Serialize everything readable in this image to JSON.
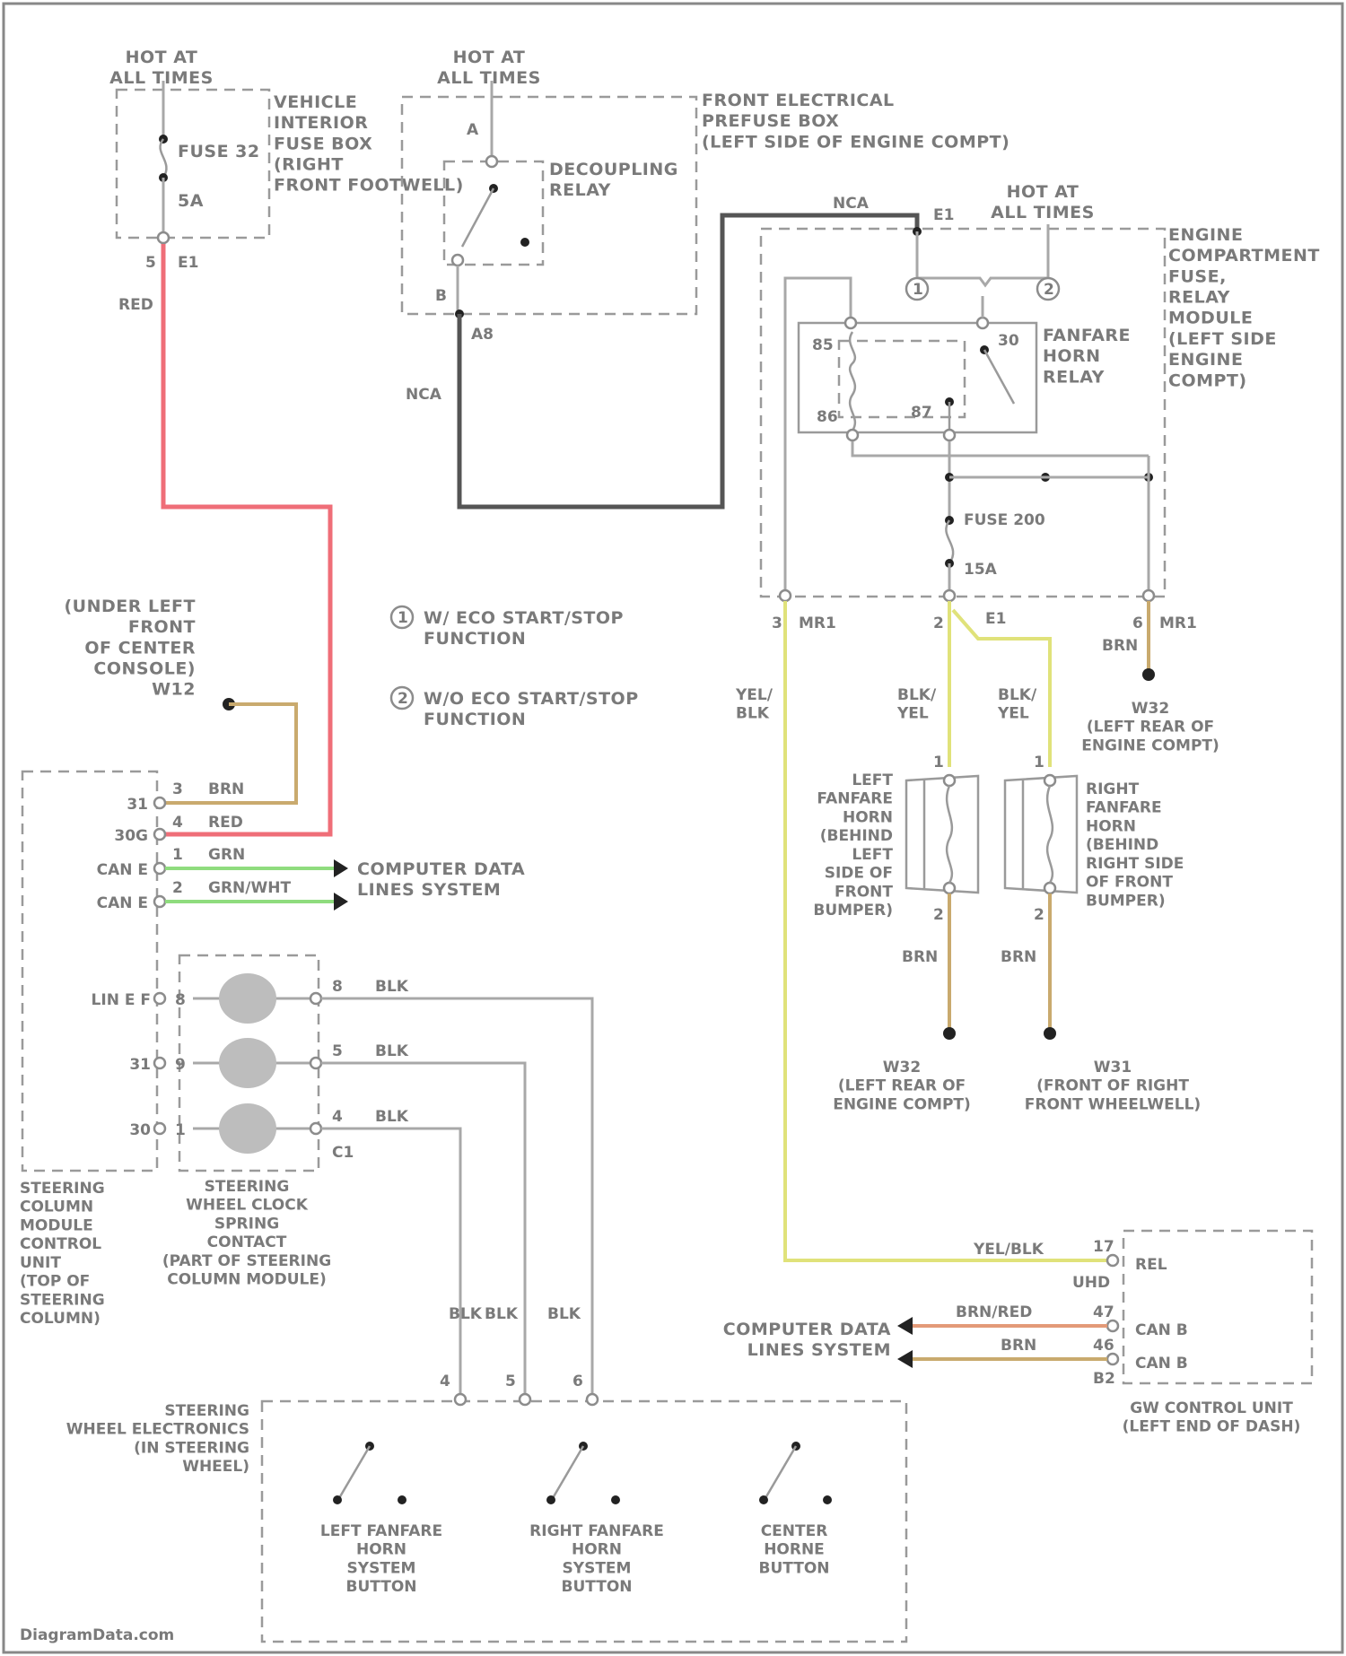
{
  "colors": {
    "red_wire": "#ef6e78",
    "nca_wire": "#555555",
    "yel_blk_wire": "#e0e27a",
    "brn_wire": "#c9aa6e",
    "grn_wire": "#8fdc7e",
    "brn_red_wire": "#e39a78",
    "grey_wire": "#a8a8a8",
    "gray_text": "#7a7a7a"
  },
  "fuse_box_interior": {
    "hot_label": "HOT AT\nALL TIMES",
    "name": "VEHICLE\nINTERIOR\nFUSE BOX\n(RIGHT\nFRONT FOOTWELL)",
    "fuse_label": "FUSE 32",
    "fuse_rating": "5A",
    "pin": "5",
    "connector": "E1",
    "wire_color": "RED"
  },
  "prefuse_box": {
    "hot_label": "HOT AT\nALL TIMES",
    "name": "FRONT ELECTRICAL\nPREFUSE BOX\n(LEFT SIDE OF ENGINE COMPT)",
    "relay_name": "DECOUPLING\nRELAY",
    "pin_a": "A",
    "pin_b": "B",
    "connector": "A8",
    "wire_color": "NCA"
  },
  "engine_module": {
    "top_wire": "NCA",
    "connector_e1": "E1",
    "hot_label": "HOT AT\nALL TIMES",
    "name": "ENGINE\nCOMPARTMENT\nFUSE,\nRELAY\nMODULE\n(LEFT SIDE\nENGINE\nCOMPT)",
    "relay_name": "FANFARE\nHORN\nRELAY",
    "relay_pins": [
      "85",
      "30",
      "86",
      "87"
    ],
    "circle1": "1",
    "circle2": "2",
    "fuse_label": "FUSE 200",
    "fuse_rating": "15A",
    "pin3": "3",
    "conn_mr1_a": "MR1",
    "pin2": "2",
    "conn_e1": "E1",
    "pin6": "6",
    "conn_mr1_b": "MR1",
    "brn_wire": "BRN",
    "ground_w2": "W32\n(LEFT REAR OF\nENGINE COMPT)"
  },
  "legend": {
    "item1": "W/ ECO START/STOP\nFUNCTION",
    "item2": "W/O ECO START/STOP\nFUNCTION",
    "num1": "1",
    "num2": "2"
  },
  "ground_w12": "(UNDER LEFT\nFRONT\nOF CENTER\nCONSOLE)\nW12",
  "steering_column": {
    "pins_left": [
      "31",
      "30G",
      "CAN E",
      "CAN E"
    ],
    "pin_nums": [
      "3",
      "4",
      "1",
      "2"
    ],
    "wires": [
      "BRN",
      "RED",
      "GRN",
      "GRN/WHT"
    ],
    "data_label": "COMPUTER DATA\nLINES SYSTEM",
    "signals": [
      "LIN E F",
      "31",
      "30"
    ],
    "clock_pins_left": [
      "8",
      "9",
      "1"
    ],
    "clock_pins_right": [
      "8",
      "5",
      "4"
    ],
    "clock_wires": [
      "BLK",
      "BLK",
      "BLK"
    ],
    "c1": "C1",
    "module_name": "STEERING\nCOLUMN\nMODULE\nCONTROL\nUNIT\n(TOP OF\nSTEERING\nCOLUMN)",
    "clock_name": "STEERING\nWHEEL CLOCK\nSPRING\nCONTACT\n(PART OF STEERING\nCOLUMN MODULE)"
  },
  "horns": {
    "left_name": "LEFT\nFANFARE\nHORN\n(BEHIND\nLEFT\nSIDE OF\nFRONT\nBUMPER)",
    "right_name": "RIGHT\nFANFARE\nHORN\n(BEHIND\nRIGHT SIDE\nOF FRONT\nBUMPER)",
    "wire_left_top": "BLK/\nYEL",
    "wire_right_top": "BLK/\nYEL",
    "wire_yel": "YEL/\nBLK",
    "pin1": "1",
    "pin2": "2",
    "brn": "BRN",
    "ground_left": "W32\n(LEFT REAR OF\nENGINE COMPT)",
    "ground_right": "W31\n(FRONT OF RIGHT\nFRONT WHEELWELL)"
  },
  "gw_unit": {
    "wire_yel_blk": "YEL/BLK",
    "pins": [
      "17",
      "47",
      "46",
      "B2"
    ],
    "signals": [
      "REL",
      "CAN B",
      "CAN B"
    ],
    "uhd": "UHD",
    "wires": [
      "BRN/RED",
      "BRN"
    ],
    "data_label": "COMPUTER DATA\nLINES SYSTEM",
    "name": "GW CONTROL UNIT\n(LEFT END OF DASH)"
  },
  "wheel_electronics": {
    "name": "STEERING\nWHEEL ELECTRONICS\n(IN STEERING\nWHEEL)",
    "wires": [
      "BLK",
      "BLK",
      "BLK"
    ],
    "pins": [
      "4",
      "5",
      "6"
    ],
    "buttons": [
      "LEFT FANFARE\nHORN\nSYSTEM\nBUTTON",
      "RIGHT FANFARE\nHORN\nSYSTEM\nBUTTON",
      "CENTER\nHORNE\nBUTTON"
    ]
  },
  "watermark": "DiagramData.com"
}
